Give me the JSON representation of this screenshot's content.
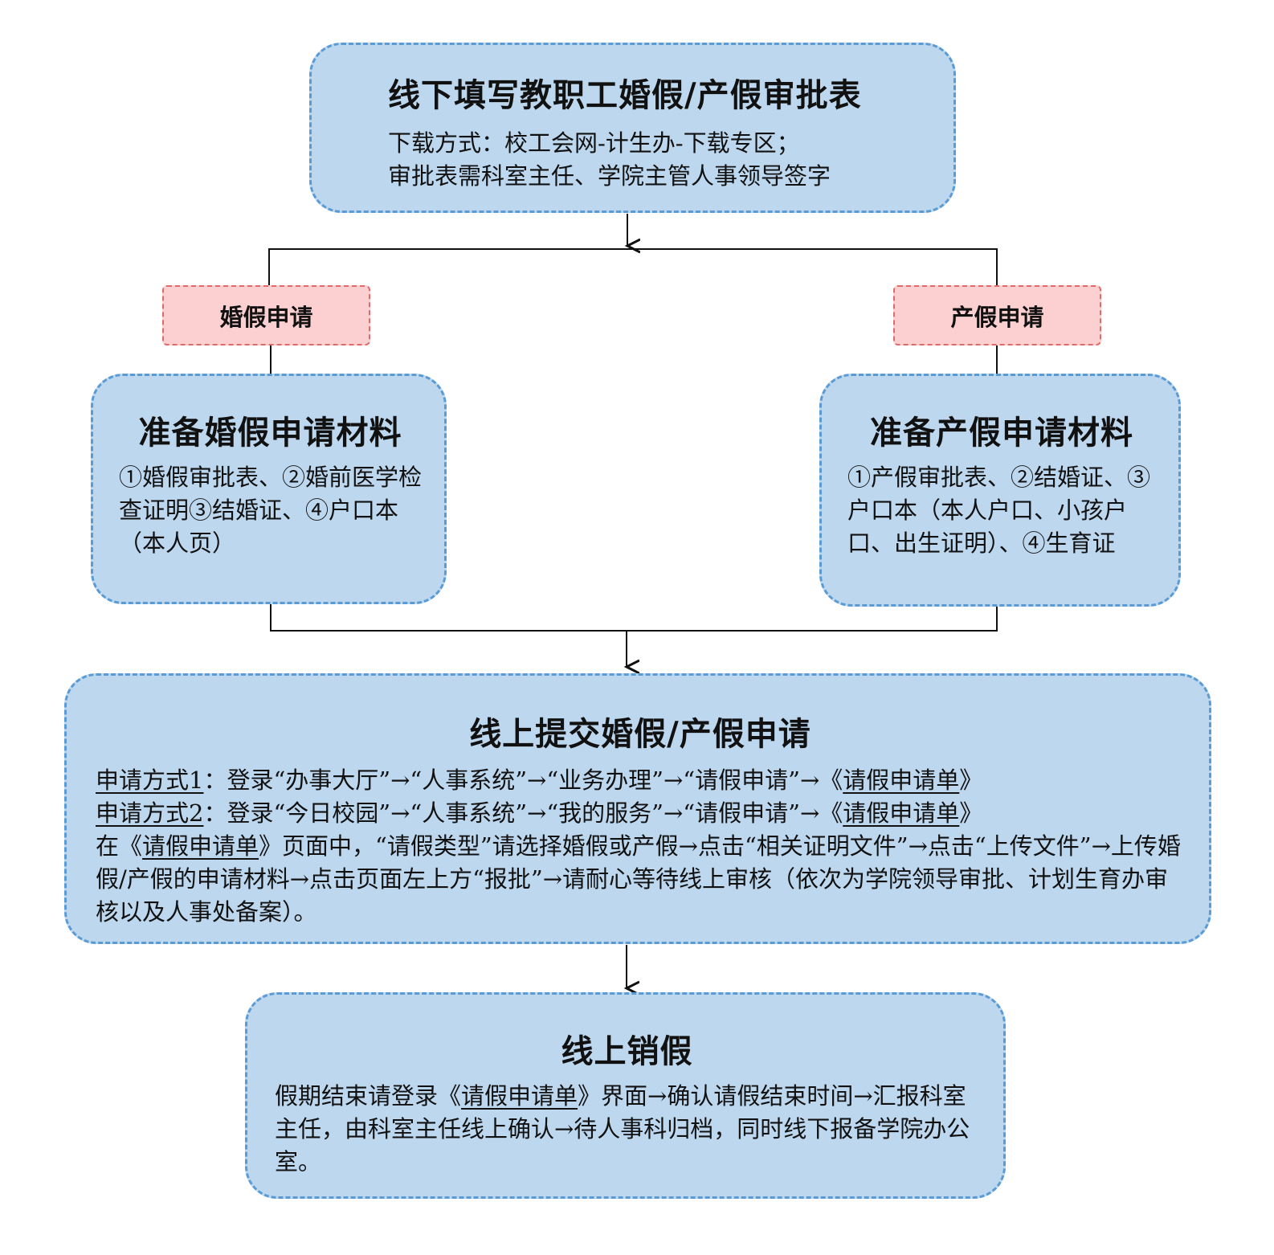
{
  "top": {
    "title": "线下填写教职工婚假/产假审批表",
    "line1": "下载方式：校工会网-计生办-下载专区；",
    "line2": "审批表需科室主任、学院主管人事领导签字"
  },
  "left_label": "婚假申请",
  "right_label": "产假申请",
  "left_box": {
    "title": "准备婚假申请材料",
    "text": "①婚假审批表、②婚前医学检查证明③结婚证、④户口本（本人页）"
  },
  "right_box": {
    "title": "准备产假申请材料",
    "text": "①产假审批表、②结婚证、③户口本（本人户口、小孩户口、出生证明）、④生育证"
  },
  "online": {
    "title": "线上提交婚假/产假申请",
    "m1_label": "申请方式1",
    "m1_text": "：登录“办事大厅”→“人事系统”→“业务办理”→“请假申请”→《",
    "m1_link": "请假申请单",
    "m1_end": "》",
    "m2_label": "申请方式2",
    "m2_text": "：登录“今日校园”→“人事系统”→“我的服务”→“请假申请”→《",
    "m2_link": "请假申请单",
    "m2_end": "》",
    "p_start": "在《",
    "p_link": "请假申请单",
    "p_rest": "》页面中，“请假类型”请选择婚假或产假→点击“相关证明文件”→点击“上传文件”→上传婚假/产假的申请材料→点击页面左上方“报批”→请耐心等待线上审核（依次为学院领导审批、计划生育办审核以及人事处备案）。"
  },
  "cancel": {
    "title": "线上销假",
    "start": "假期结束请登录《",
    "link": "请假申请单",
    "rest": "》界面→确认请假结束时间→汇报科室主任，由科室主任线上确认→待人事科归档，同时线下报备学院办公室。"
  }
}
